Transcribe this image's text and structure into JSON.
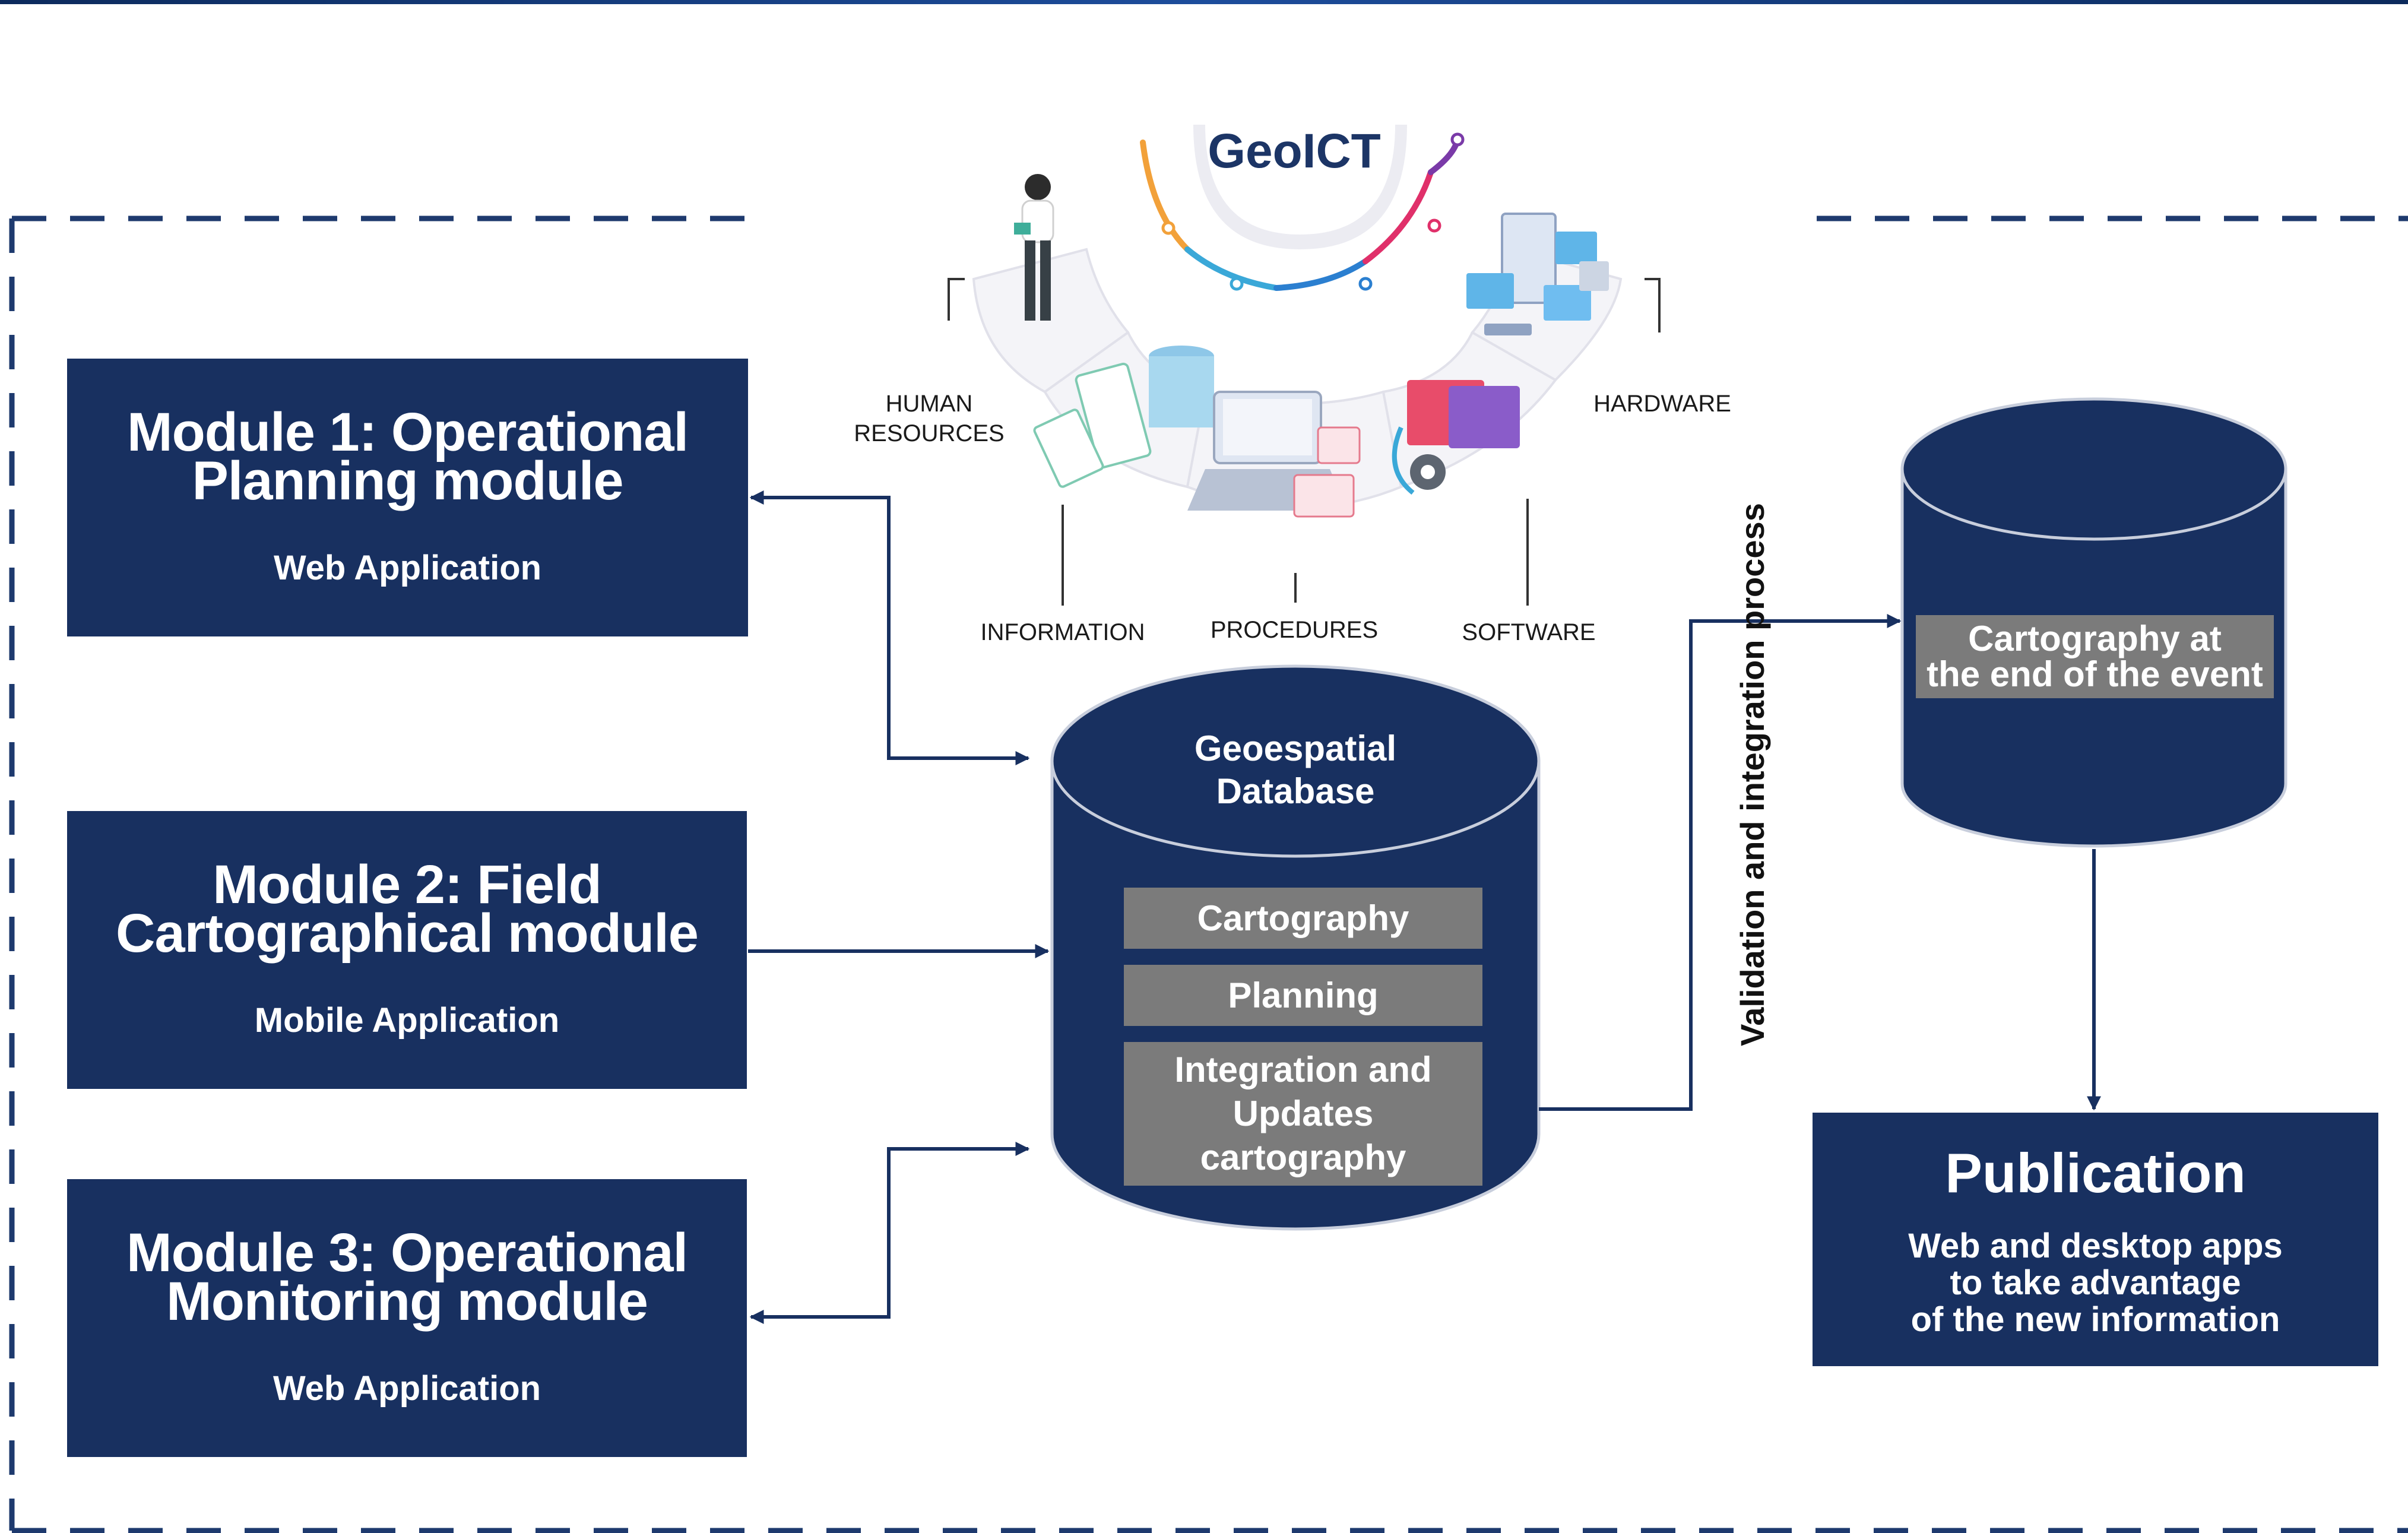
{
  "geoict": {
    "title": "GeoICT",
    "components": {
      "human_resources": [
        "HUMAN",
        "RESOURCES"
      ],
      "hardware": "HARDWARE",
      "information": "INFORMATION",
      "procedures": "PROCEDURES",
      "software": "SOFTWARE"
    }
  },
  "modules": [
    {
      "title_line1": "Module 1: Operational",
      "title_line2": "Planning module",
      "subtitle": "Web Application"
    },
    {
      "title_line1": "Module 2: Field",
      "title_line2": "Cartographical module",
      "subtitle": "Mobile Application"
    },
    {
      "title_line1": "Module 3: Operational",
      "title_line2": "Monitoring module",
      "subtitle": "Web Application"
    }
  ],
  "geospatial_db": {
    "title_line1": "Geoespatial",
    "title_line2": "Database",
    "layers": [
      "Cartography",
      "Planning"
    ],
    "integration": [
      "Integration and",
      "Updates",
      "cartography"
    ]
  },
  "process_label": "Validation and integration process",
  "final_db": {
    "line1": "Cartography at",
    "line2": "the end of the event"
  },
  "publication": {
    "title": "Publication",
    "lines": [
      "Web and desktop apps",
      "to take advantage",
      "of the new information"
    ]
  },
  "colors": {
    "navy": "#183060",
    "gray_bar": "#7b7b7b",
    "dash": "#1e3a6e",
    "gradient": [
      "#f2a13a",
      "#3aa8d8",
      "#2b7fd0",
      "#e0306a",
      "#7a3aa8"
    ]
  }
}
